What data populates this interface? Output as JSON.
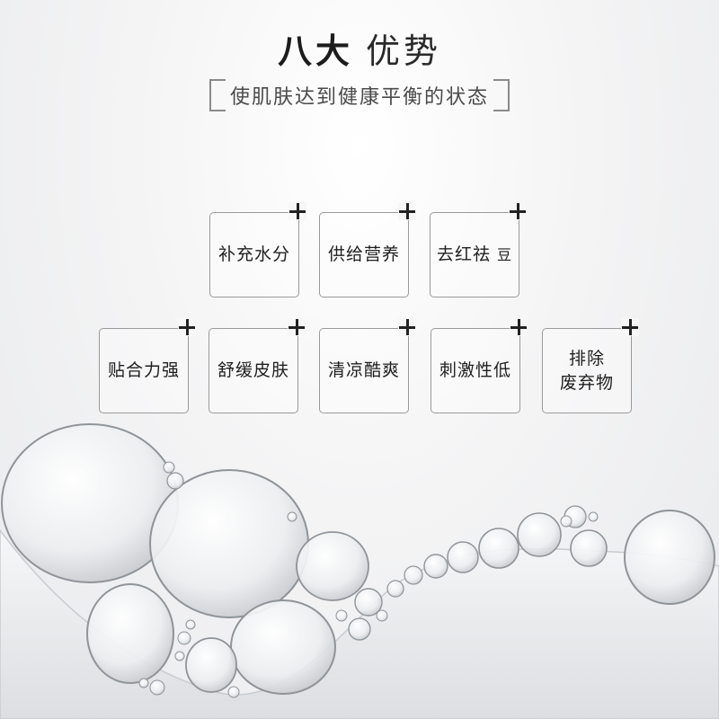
{
  "header": {
    "title_bold": "八大",
    "title_light": "优势",
    "subtitle": "使肌肤达到健康平衡的状态"
  },
  "advantages": [
    {
      "label": "补充水分"
    },
    {
      "label": "供给营养"
    },
    {
      "label": "去红祛",
      "suffix": "豆"
    },
    {
      "label": "贴合力强"
    },
    {
      "label": "舒缓皮肤"
    },
    {
      "label": "清凉酷爽"
    },
    {
      "label": "刺激性低"
    },
    {
      "label": "排除",
      "label_line2": "废弃物"
    }
  ],
  "decor": {
    "plus_icon": "plus-icon",
    "background_art": "water-bubbles"
  },
  "colors": {
    "card_border": "#9a9a9a",
    "text": "#1e1e1e",
    "accent_line": "#8a8a8a"
  }
}
